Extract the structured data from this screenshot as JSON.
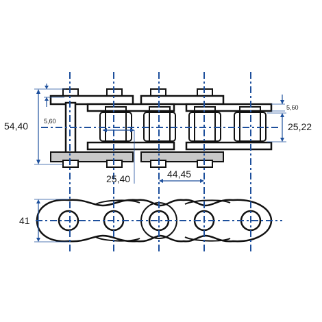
{
  "dimensions": {
    "overall_width": "54,40",
    "plate_thickness_top": "5,60",
    "plate_thickness_side": "5,60",
    "inner_width": "25,22",
    "roller_diameter": "25,40",
    "pitch": "44,45",
    "plate_height": "41"
  },
  "colors": {
    "outline": "#111111",
    "dimension_lines": "#1d4f9c",
    "plate_fill": "#ffffff",
    "grey_plate": "#c8c8c8"
  }
}
